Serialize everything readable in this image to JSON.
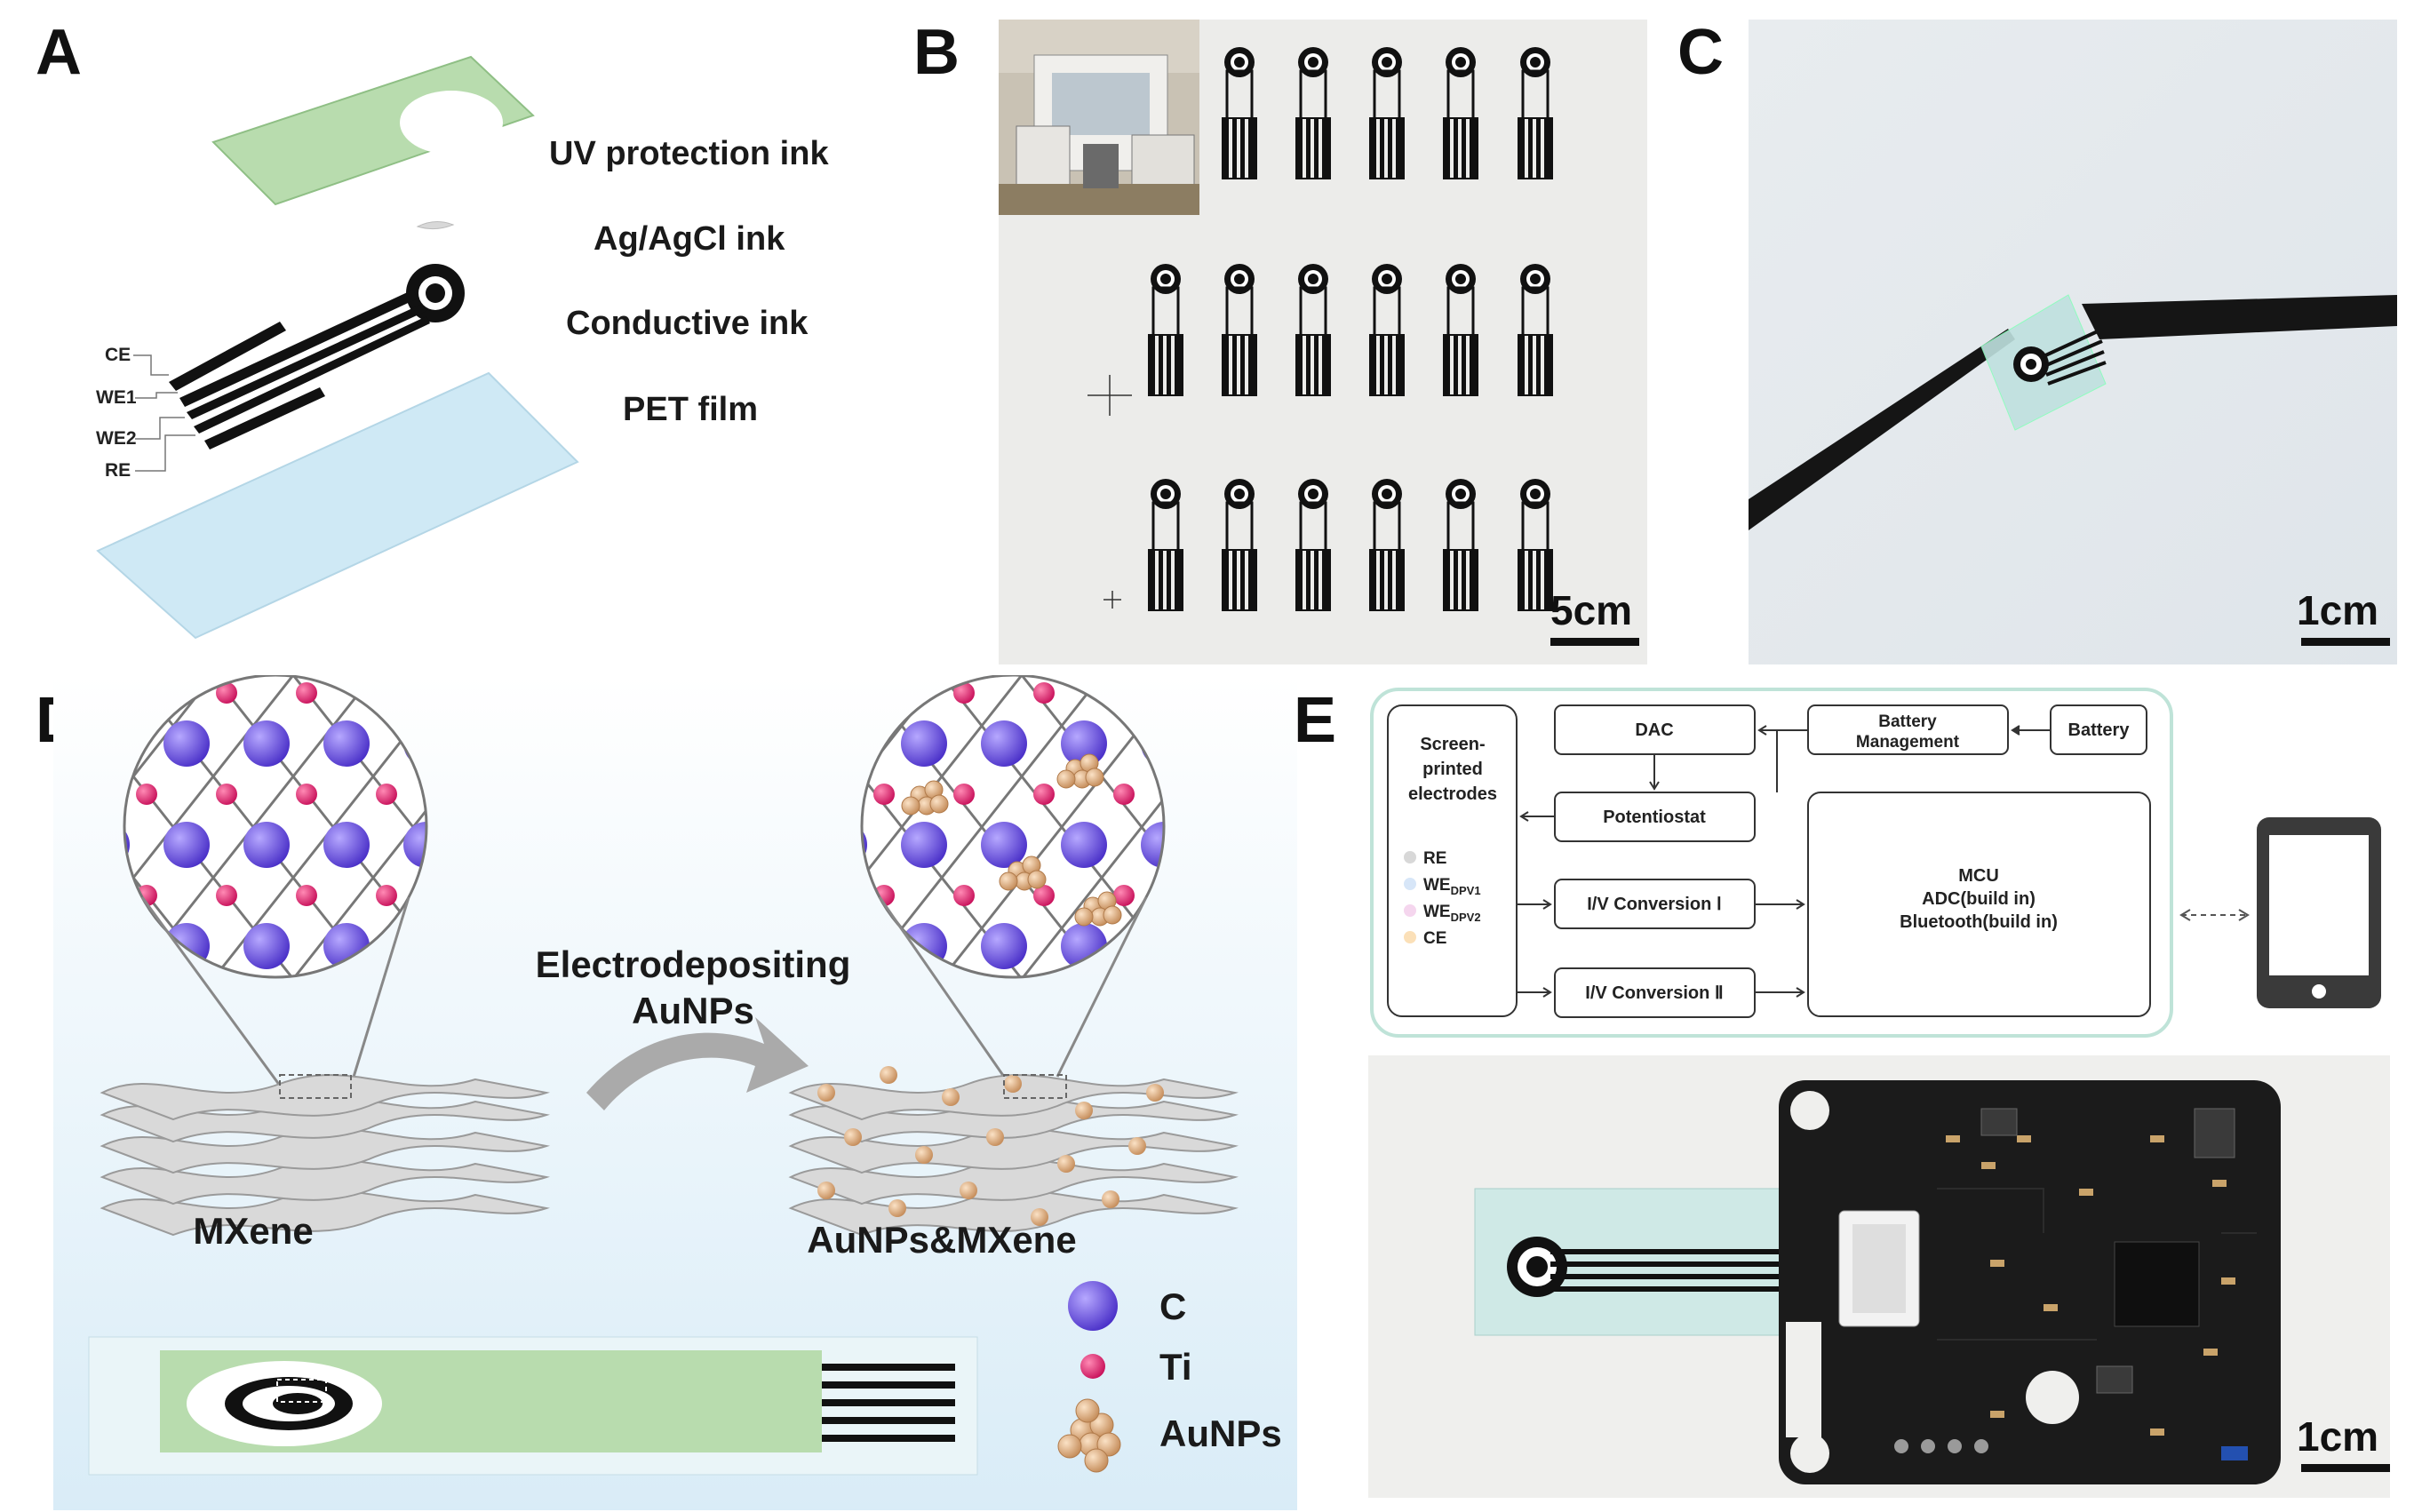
{
  "panels": {
    "A": "A",
    "B": "B",
    "C": "C",
    "D": "D",
    "E": "E"
  },
  "panel_a": {
    "layers": [
      "UV protection ink",
      "Ag/AgCl ink",
      "Conductive ink",
      "PET film"
    ],
    "electrode_labels": [
      "CE",
      "WE1",
      "WE2",
      "RE"
    ]
  },
  "panel_b": {
    "scale_bar": "5cm"
  },
  "panel_c": {
    "scale_bar": "1cm"
  },
  "panel_d": {
    "process_label_line1": "Electrodepositing",
    "process_label_line2": "AuNPs",
    "left_material": "MXene",
    "right_material": "AuNPs&MXene",
    "legend": [
      {
        "label": "C",
        "color": "#5a3fd8"
      },
      {
        "label": "Ti",
        "color": "#e0206a"
      },
      {
        "label": "AuNPs",
        "color": "#e2b48a"
      }
    ]
  },
  "panel_e": {
    "blocks": {
      "electrodes": [
        "Screen-",
        "printed",
        "electrodes"
      ],
      "electrode_items": [
        "RE",
        "WE",
        "WE",
        "CE"
      ],
      "electrode_subs": [
        "DPV1",
        "DPV2"
      ],
      "dac": "DAC",
      "potentiostat": "Potentiostat",
      "iv1": "I/V Conversion  Ⅰ",
      "iv2": "I/V Conversion  Ⅱ",
      "battery_mgmt": [
        "Battery",
        "Management"
      ],
      "battery": "Battery",
      "mcu": [
        "MCU",
        "ADC(build in)",
        "Bluetooth(build in)"
      ]
    },
    "scale_bar": "1cm"
  },
  "colors": {
    "green_ink": "#b8dcae",
    "pet_film": "#cfe9f5",
    "carbon": "#5a3fd8",
    "titanium": "#e0206a",
    "aunp": "#e2b48a",
    "pcb": "#1b1b1b"
  }
}
